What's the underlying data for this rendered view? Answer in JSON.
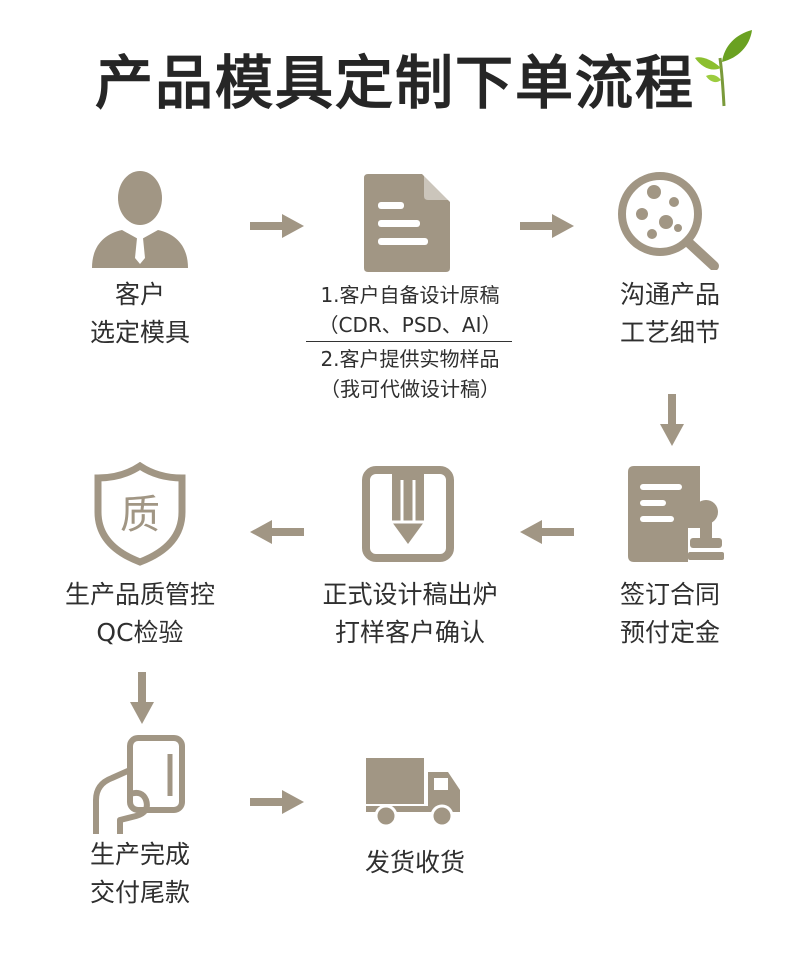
{
  "title": "产品模具定制下单流程",
  "colors": {
    "accent": "#a19684",
    "leaf": "#6aa121"
  },
  "steps": [
    {
      "id": "select",
      "icon": "person-icon",
      "lines": [
        "客户",
        "选定模具"
      ]
    },
    {
      "id": "design",
      "icon": "document-icon",
      "lines": [
        "1.客户自备设计原稿",
        "（CDR、PSD、AI）",
        "2.客户提供实物样品",
        "（我可代做设计稿）"
      ]
    },
    {
      "id": "communicate",
      "icon": "magnifier-icon",
      "lines": [
        "沟通产品",
        "工艺细节"
      ]
    },
    {
      "id": "contract",
      "icon": "contract-stamp-icon",
      "lines": [
        "签订合同",
        "预付定金"
      ]
    },
    {
      "id": "proof",
      "icon": "pencil-frame-icon",
      "lines": [
        "正式设计稿出炉",
        "打样客户确认"
      ]
    },
    {
      "id": "qc",
      "icon": "quality-shield-icon",
      "lines": [
        "生产品质管控",
        "QC检验"
      ],
      "shield_char": "质"
    },
    {
      "id": "pay",
      "icon": "hand-card-icon",
      "lines": [
        "生产完成",
        "交付尾款"
      ]
    },
    {
      "id": "ship",
      "icon": "truck-icon",
      "lines": [
        "发货收货"
      ]
    }
  ]
}
